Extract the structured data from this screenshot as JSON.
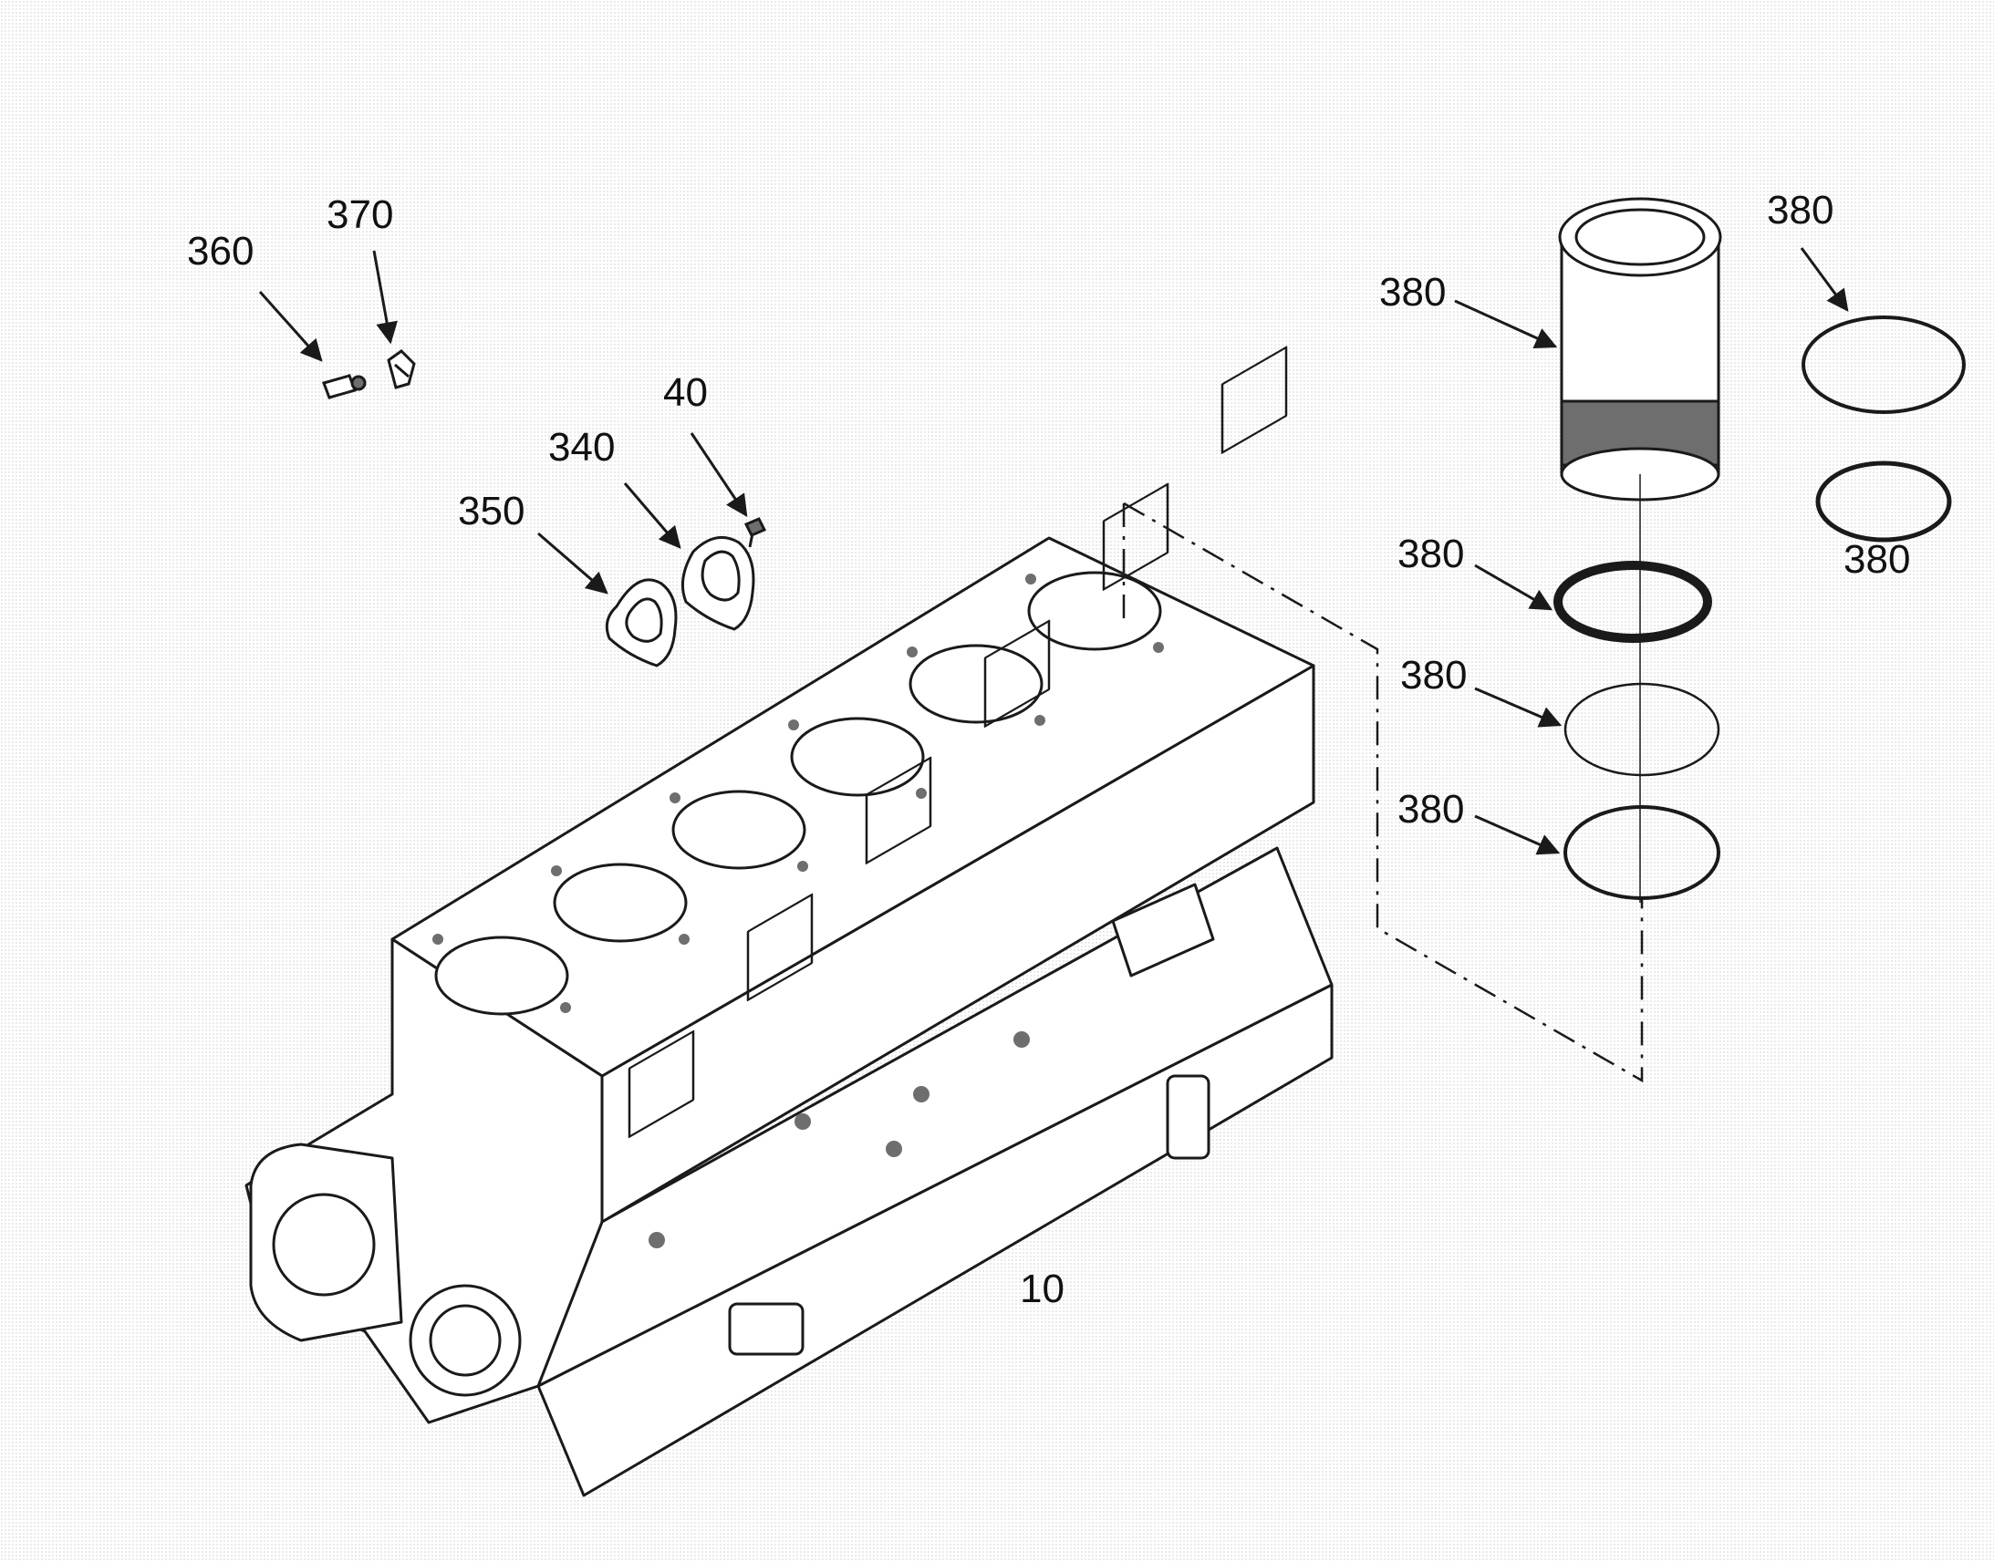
{
  "diagram": {
    "callouts": [
      {
        "id": "c360",
        "label": "360"
      },
      {
        "id": "c370",
        "label": "370"
      },
      {
        "id": "c40",
        "label": "40"
      },
      {
        "id": "c340",
        "label": "340"
      },
      {
        "id": "c350",
        "label": "350"
      },
      {
        "id": "c380_liner",
        "label": "380"
      },
      {
        "id": "c380_ring_a",
        "label": "380"
      },
      {
        "id": "c380_ring_b",
        "label": "380"
      },
      {
        "id": "c380_oring_1",
        "label": "380"
      },
      {
        "id": "c380_oring_2",
        "label": "380"
      },
      {
        "id": "c380_oring_3",
        "label": "380"
      },
      {
        "id": "c10",
        "label": "10"
      }
    ],
    "colors": {
      "line": "#1a1a1a",
      "fill": "#ffffff",
      "shade": "#6e6e6e"
    }
  }
}
